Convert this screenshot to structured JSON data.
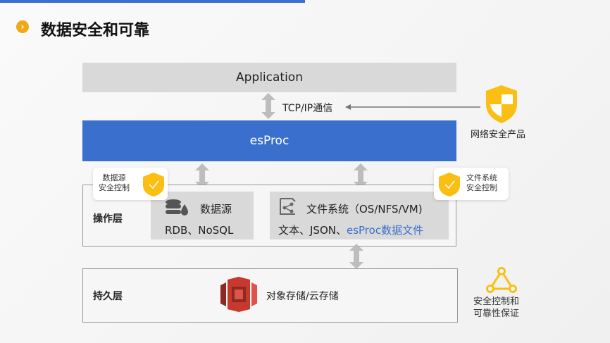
{
  "page": {
    "title": "数据安全和可靠"
  },
  "diagram": {
    "application": "Application",
    "protocol": "TCP/IP通信",
    "esproc": "esProc",
    "network_security": "网络安全产品",
    "datasource_badge": [
      "数据源",
      "安全控制"
    ],
    "filesystem_badge": [
      "文件系统",
      "安全控制"
    ],
    "operation_layer": "操作层",
    "datasource": {
      "title": "数据源",
      "sub": "RDB、NoSQL"
    },
    "filesystem": {
      "title": "文件系统（OS/NFS/VM)",
      "sub_prefix": "文本、JSON、",
      "sub_highlight": "esProc数据文件"
    },
    "persistent_layer": "持久层",
    "storage": "对象存储/云存储",
    "reliability": [
      "安全控制和",
      "可靠性保证"
    ]
  },
  "colors": {
    "accent": "#3b6fcd",
    "shield": "#fbbf14",
    "storage": "#c7382d"
  }
}
